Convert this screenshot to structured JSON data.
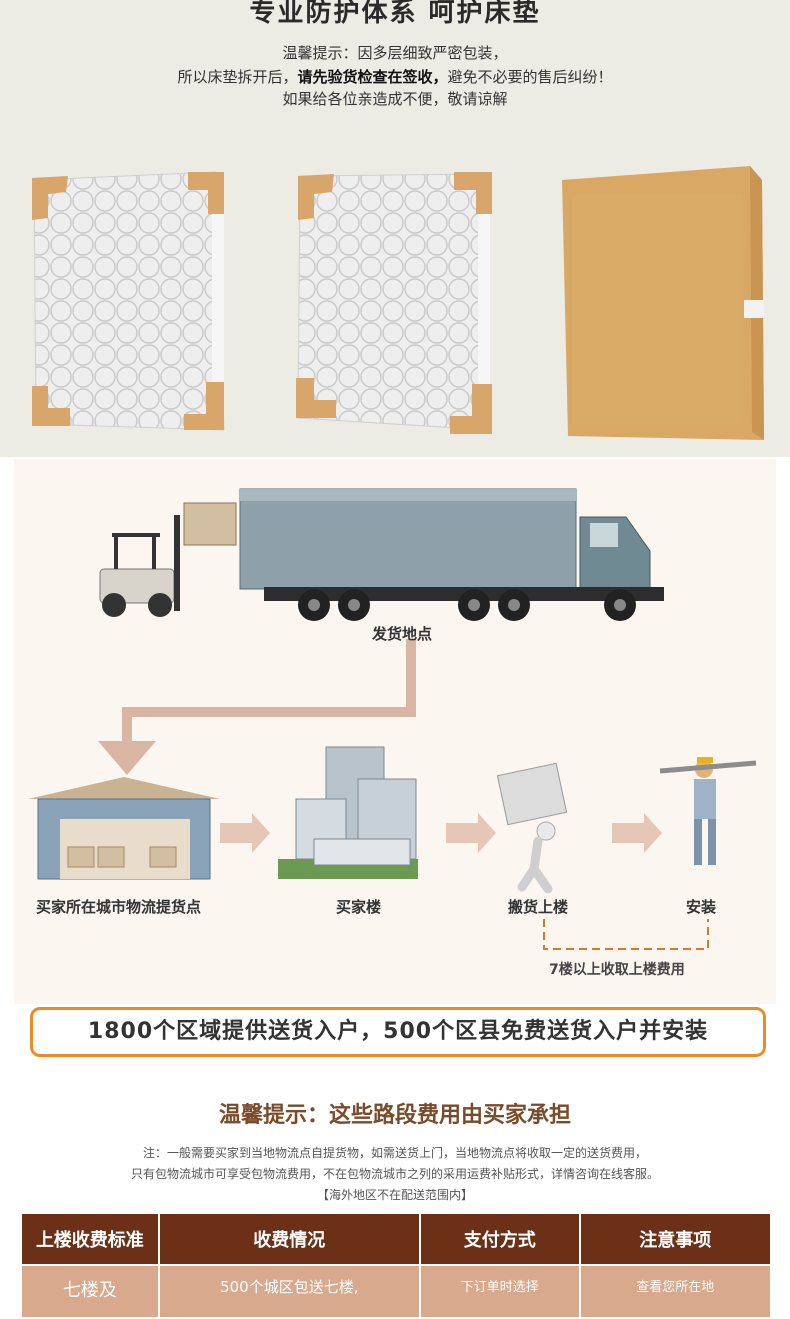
{
  "protection": {
    "title": "专业防护体系 呵护床垫",
    "tip_line1": "温馨提示：因多层细致严密包装，",
    "tip_line2_a": "所以床垫拆开后，",
    "tip_line2_b": "请先验货检查在签收，",
    "tip_line2_c": "避免不必要的售后纠纷！",
    "tip_line3": "如果给各位亲造成不便，敬请谅解"
  },
  "delivery": {
    "ship_point": "发货地点",
    "steps": [
      "买家所在城市物流提货点",
      "买家楼",
      "搬货上楼",
      "安装"
    ],
    "floor_note": "7楼以上收取上楼费用"
  },
  "banner": {
    "text": "1800个区域提供送货入户，500个区县免费送货入户并安装"
  },
  "fees": {
    "title": "温馨提示：这些路段费用由买家承担",
    "note1": "注：一般需要买家到当地物流点自提货物，如需送货上门，当地物流点将收取一定的送货费用，",
    "note2": "只有包物流城市可享受包物流费用，不在包物流城市之列的采用运费补贴形式，详情咨询在线客服。",
    "note3": "【海外地区不在配送范围内】",
    "headers": [
      "上楼收费标准",
      "收费情况",
      "支付方式",
      "注意事项"
    ],
    "row": [
      "七楼及",
      "500个城区包送七楼,",
      "下订单时选择",
      "查看您所在地"
    ]
  },
  "colors": {
    "accent_orange": "#ee8a24",
    "table_header": "#6b3016",
    "table_row": "#d8a98c",
    "title_brown": "#7a4b2a"
  }
}
